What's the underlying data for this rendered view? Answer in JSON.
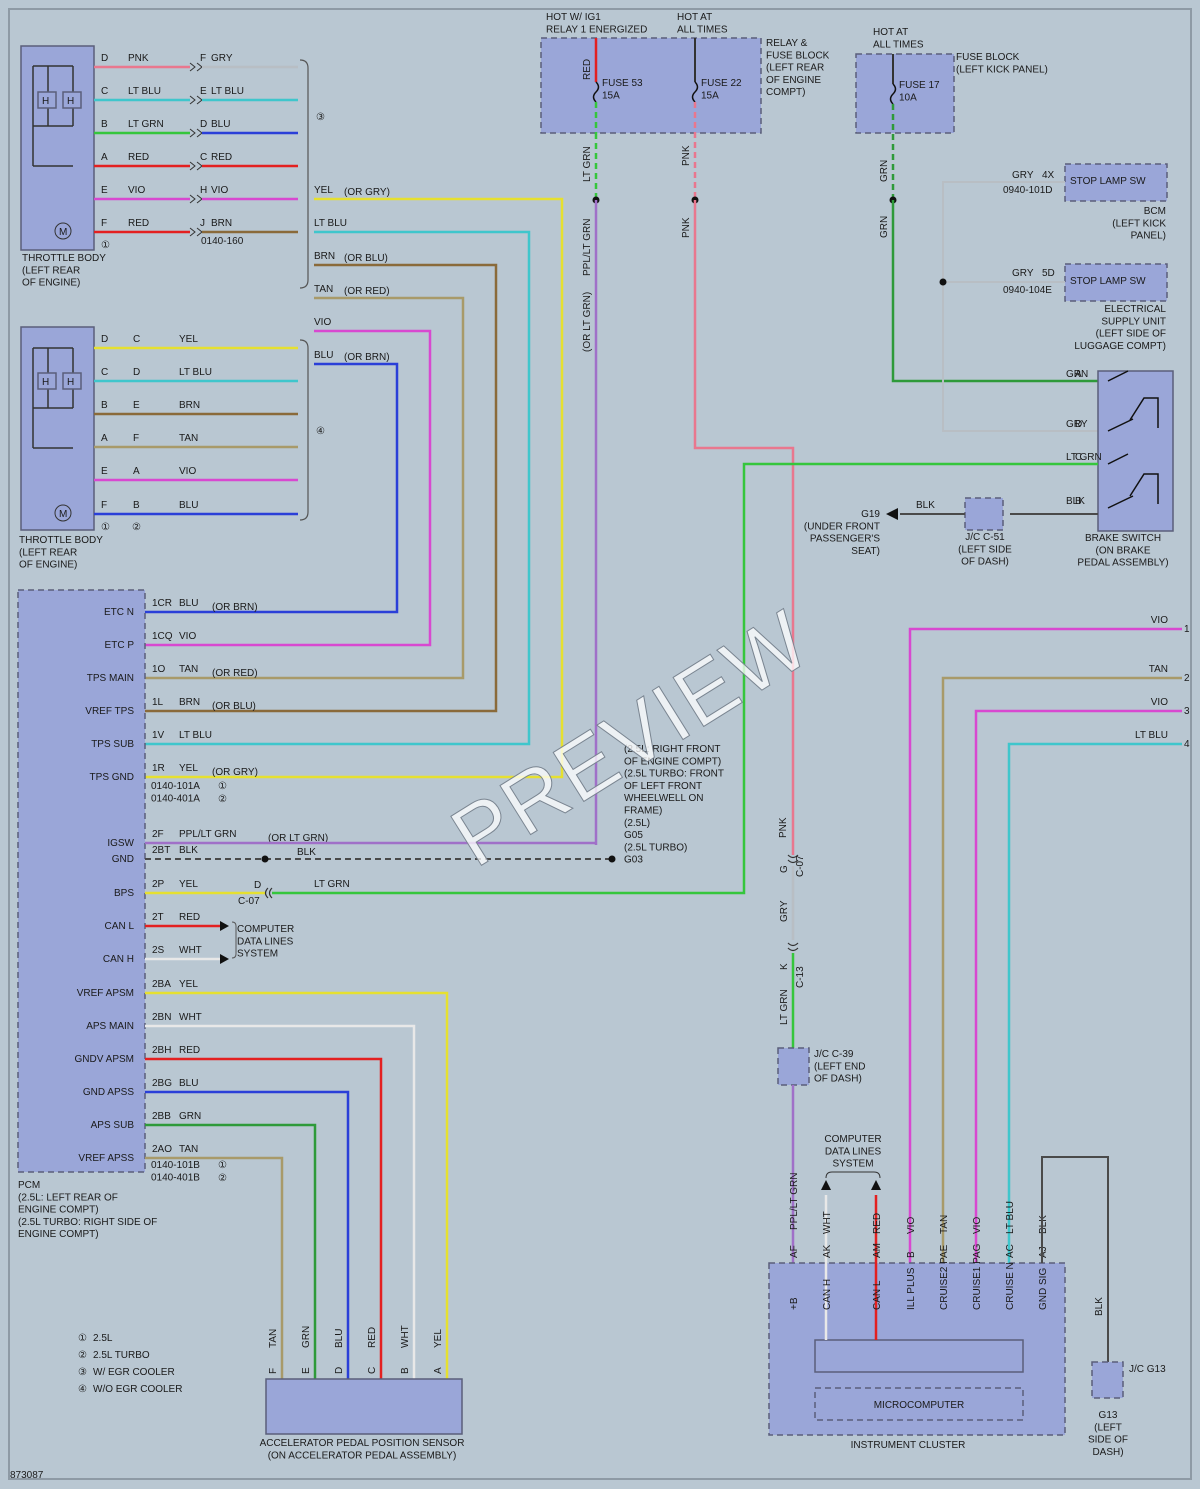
{
  "diagram_id": "873087",
  "watermark": "PREVIEW",
  "colors": {
    "bg": "#b9c7d2",
    "box": "#9aa6d8",
    "boxStroke": "#5a5f7a",
    "PNK": "#e9778e",
    "GRY": "#b8bec4",
    "LT BLU": "#3fc6cc",
    "LT GRN": "#35c63c",
    "DBLU": "#2a3fd8",
    "RED": "#e32020",
    "VIO": "#d848d0",
    "BRN": "#8a6a3a",
    "YEL": "#e6e030",
    "TAN": "#a89a6a",
    "GRN": "#2e9a3a",
    "BLK": "#4a4a4a",
    "WHT": "#e8e8e8"
  },
  "top": {
    "hot_ig1": [
      "HOT W/ IG1",
      "RELAY 1 ENERGIZED"
    ],
    "hot_all": [
      "HOT AT",
      "ALL TIMES"
    ],
    "hot_all2": [
      "HOT AT",
      "ALL TIMES"
    ],
    "relay_block": [
      "RELAY &",
      "FUSE BLOCK",
      "(LEFT REAR",
      "OF ENGINE",
      "COMPT)"
    ],
    "fuse_block": [
      "FUSE BLOCK",
      "(LEFT KICK PANEL)"
    ],
    "fuse53": [
      "FUSE 53",
      "15A"
    ],
    "fuse22": [
      "FUSE 22",
      "15A"
    ],
    "fuse17": [
      "FUSE 17",
      "10A"
    ]
  },
  "throttle1": {
    "label": [
      "THROTTLE BODY",
      "(LEFT REAR",
      "OF ENGINE)"
    ],
    "conn": "0140-160",
    "rows": [
      {
        "pin": "D",
        "color": "PNK",
        "pin2": "F",
        "color2": "GRY"
      },
      {
        "pin": "C",
        "color": "LT BLU",
        "pin2": "E",
        "color2": "LT BLU"
      },
      {
        "pin": "B",
        "color": "LT GRN",
        "pin2": "D",
        "color2": "BLU"
      },
      {
        "pin": "A",
        "color": "RED",
        "pin2": "C",
        "color2": "RED"
      },
      {
        "pin": "E",
        "color": "VIO",
        "pin2": "H",
        "color2": "VIO"
      },
      {
        "pin": "F",
        "color": "RED",
        "pin2": "J",
        "color2": "BRN"
      }
    ],
    "note": "①",
    "brace_note": "③"
  },
  "throttle2": {
    "label": [
      "THROTTLE BODY",
      "(LEFT REAR",
      "OF ENGINE)"
    ],
    "rows": [
      {
        "pin": "D",
        "pin2": "C",
        "color": "YEL"
      },
      {
        "pin": "C",
        "pin2": "D",
        "color": "LT BLU"
      },
      {
        "pin": "B",
        "pin2": "E",
        "color": "BRN"
      },
      {
        "pin": "A",
        "pin2": "F",
        "color": "TAN"
      },
      {
        "pin": "E",
        "pin2": "A",
        "color": "VIO"
      },
      {
        "pin": "F",
        "pin2": "B",
        "color": "BLU"
      }
    ],
    "notes": [
      "①",
      "②"
    ],
    "brace_note": "④"
  },
  "merged": [
    {
      "label": "YEL",
      "alt": "(OR GRY)"
    },
    {
      "label": "LT BLU",
      "alt": ""
    },
    {
      "label": "BRN",
      "alt": "(OR BLU)"
    },
    {
      "label": "TAN",
      "alt": "(OR RED)"
    },
    {
      "label": "VIO",
      "alt": ""
    },
    {
      "label": "BLU",
      "alt": "(OR BRN)"
    }
  ],
  "pcm": {
    "label": [
      "PCM",
      "(2.5L: LEFT REAR OF",
      "ENGINE COMPT)",
      "(2.5L TURBO: RIGHT SIDE OF",
      "ENGINE COMPT)"
    ],
    "pins": [
      {
        "name": "ETC N",
        "pin": "1CR",
        "color": "BLU",
        "alt": "(OR BRN)"
      },
      {
        "name": "ETC P",
        "pin": "1CQ",
        "color": "VIO",
        "alt": ""
      },
      {
        "name": "TPS MAIN",
        "pin": "1O",
        "color": "TAN",
        "alt": "(OR RED)"
      },
      {
        "name": "VREF TPS",
        "pin": "1L",
        "color": "BRN",
        "alt": "(OR BLU)"
      },
      {
        "name": "TPS SUB",
        "pin": "1V",
        "color": "LT BLU",
        "alt": ""
      },
      {
        "name": "TPS GND",
        "pin": "1R",
        "color": "YEL",
        "alt": "(OR GRY)"
      },
      {
        "name": "IGSW",
        "pin": "2F",
        "color": "PPL/LT GRN",
        "alt": "(OR LT GRN)"
      },
      {
        "name": "GND",
        "pin": "2BT",
        "color": "BLK",
        "alt": "BLK"
      },
      {
        "name": "BPS",
        "pin": "2P",
        "color": "YEL",
        "alt": "LT GRN"
      },
      {
        "name": "CAN L",
        "pin": "2T",
        "color": "RED",
        "alt": ""
      },
      {
        "name": "CAN H",
        "pin": "2S",
        "color": "WHT",
        "alt": ""
      },
      {
        "name": "VREF APSM",
        "pin": "2BA",
        "color": "YEL",
        "alt": ""
      },
      {
        "name": "APS MAIN",
        "pin": "2BN",
        "color": "WHT",
        "alt": ""
      },
      {
        "name": "GNDV APSM",
        "pin": "2BH",
        "color": "RED",
        "alt": ""
      },
      {
        "name": "GND APSS",
        "pin": "2BG",
        "color": "BLU",
        "alt": ""
      },
      {
        "name": "APS SUB",
        "pin": "2BB",
        "color": "GRN",
        "alt": ""
      },
      {
        "name": "VREF APSS",
        "pin": "2AO",
        "color": "TAN",
        "alt": ""
      }
    ],
    "conn1": [
      "0140-101A",
      "0140-401A"
    ],
    "conn2": [
      "0140-101B",
      "0140-401B"
    ],
    "circ1": "①",
    "circ2": "②",
    "bps_conn": [
      "D",
      "C-07"
    ],
    "can_note": [
      "COMPUTER",
      "DATA LINES",
      "SYSTEM"
    ]
  },
  "ground_note": [
    "(2.5L: RIGHT FRONT",
    "OF ENGINE COMPT)",
    "(2.5L TURBO: FRONT",
    "OF LEFT FRONT",
    "WHEELWELL ON",
    "FRAME)",
    "(2.5L)",
    "G05",
    "(2.5L TURBO)",
    "G03"
  ],
  "vertical_labels": {
    "red": "RED",
    "ltgrn1": "LT GRN",
    "pplltgrn": "PPL/LT GRN",
    "orltgrn": "(OR LT GRN)",
    "pnk1": "PNK",
    "pnk2": "PNK",
    "grn1": "GRN",
    "grn2": "GRN"
  },
  "bcm": {
    "sw": "STOP LAMP SW",
    "wire": "GRY",
    "pin": "4X",
    "conn": "0940-101D",
    "label": [
      "BCM",
      "(LEFT KICK",
      "PANEL)"
    ]
  },
  "esu": {
    "sw": "STOP LAMP SW",
    "wire": "GRY",
    "pin": "5D",
    "conn": "0940-104E",
    "label": [
      "ELECTRICAL",
      "SUPPLY UNIT",
      "(LEFT SIDE OF",
      "LUGGAGE COMPT)"
    ]
  },
  "brake": {
    "pins": [
      {
        "color": "GRN",
        "pin": "A"
      },
      {
        "color": "GRY",
        "pin": "D"
      },
      {
        "color": "LT GRN",
        "pin": "C"
      },
      {
        "color": "BLK",
        "pin": "B"
      }
    ],
    "label": [
      "BRAKE SWITCH",
      "(ON BRAKE",
      "PEDAL ASSEMBLY)"
    ],
    "g19": [
      "G19",
      "(UNDER FRONT",
      "PASSENGER'S",
      "SEAT)"
    ],
    "g19_wire": "BLK",
    "jc51": [
      "J/C C-51",
      "(LEFT SIDE",
      "OF DASH)"
    ]
  },
  "right_wires": [
    {
      "color": "VIO",
      "num": "1"
    },
    {
      "color": "TAN",
      "num": "2"
    },
    {
      "color": "VIO",
      "num": "3"
    },
    {
      "color": "LT BLU",
      "num": "4"
    }
  ],
  "mid_chain": {
    "c07": [
      "G",
      "C-07"
    ],
    "pnk": "PNK",
    "gry": "GRY",
    "c13": [
      "K",
      "C-13"
    ],
    "ltgrn": "LT GRN",
    "jc39": [
      "J/C C-39",
      "(LEFT END",
      "OF DASH)"
    ]
  },
  "cluster": {
    "pins": [
      {
        "wire": "PPL/LT GRN",
        "pin": "AF",
        "name": "+B"
      },
      {
        "wire": "WHT",
        "pin": "AK",
        "name": "CAN H"
      },
      {
        "wire": "RED",
        "pin": "AM",
        "name": "CAN L"
      },
      {
        "wire": "VIO",
        "pin": "B",
        "name": "ILL PLUS"
      },
      {
        "wire": "TAN",
        "pin": "AE",
        "name": "CRUISE2 P"
      },
      {
        "wire": "VIO",
        "pin": "AG",
        "name": "CRUISE1 P"
      },
      {
        "wire": "LT BLU",
        "pin": "AC",
        "name": "CRUISE N"
      },
      {
        "wire": "BLK",
        "pin": "AJ",
        "name": "GND SIG"
      }
    ],
    "micro": "MICROCOMPUTER",
    "label": "INSTRUMENT CLUSTER",
    "data_lines": [
      "COMPUTER",
      "DATA LINES",
      "SYSTEM"
    ],
    "blk": "BLK",
    "jcg13": "J/C G13",
    "g13": [
      "G13",
      "(LEFT",
      "SIDE OF",
      "DASH)"
    ]
  },
  "apps": {
    "pins": [
      {
        "pin": "F",
        "wire": "TAN"
      },
      {
        "pin": "E",
        "wire": "GRN"
      },
      {
        "pin": "D",
        "wire": "BLU"
      },
      {
        "pin": "C",
        "wire": "RED"
      },
      {
        "pin": "B",
        "wire": "WHT"
      },
      {
        "pin": "A",
        "wire": "YEL"
      }
    ],
    "label": [
      "ACCELERATOR PEDAL POSITION SENSOR",
      "(ON ACCELERATOR PEDAL ASSEMBLY)"
    ]
  },
  "legend": [
    {
      "sym": "①",
      "text": "2.5L"
    },
    {
      "sym": "②",
      "text": "2.5L TURBO"
    },
    {
      "sym": "③",
      "text": "W/ EGR COOLER"
    },
    {
      "sym": "④",
      "text": "W/O EGR COOLER"
    }
  ]
}
